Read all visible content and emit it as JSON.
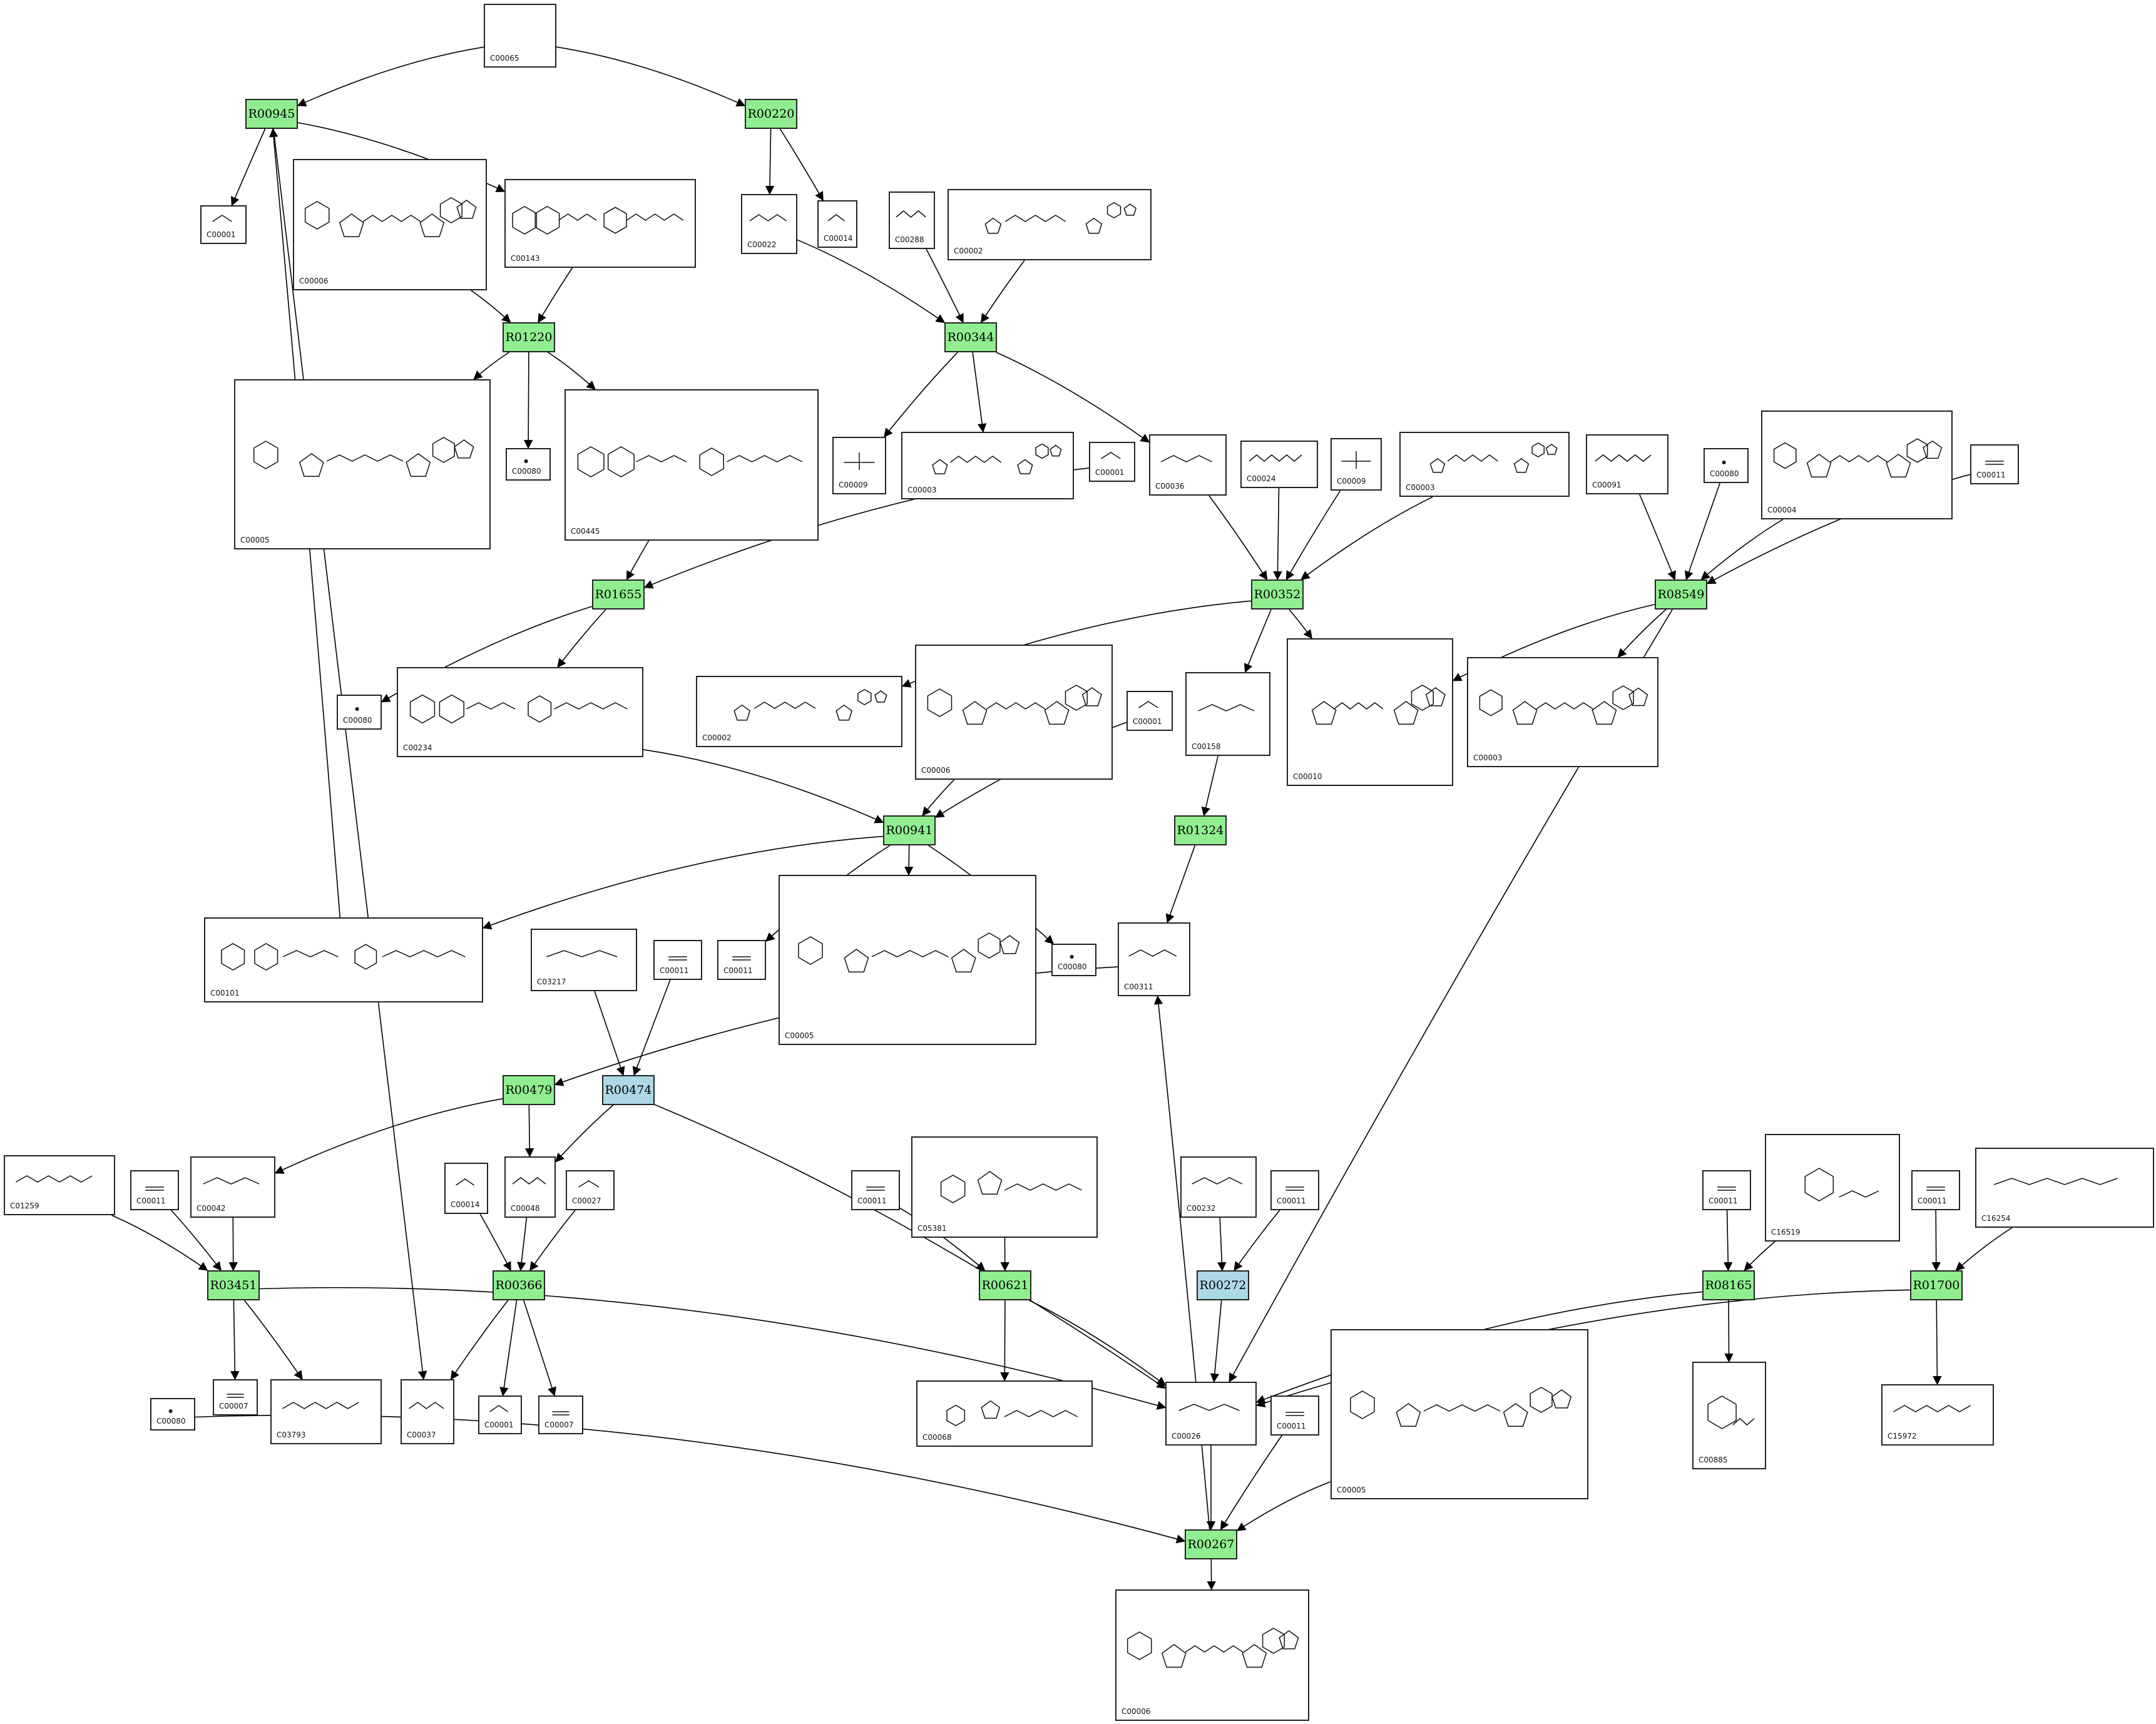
{
  "colors": {
    "reaction_primary": "#90ee90",
    "reaction_secondary": "#add8e6",
    "edge": "#000000"
  },
  "reactions": {
    "R00945": {
      "label": "R00945",
      "kind": "primary"
    },
    "R00220": {
      "label": "R00220",
      "kind": "primary"
    },
    "R01220": {
      "label": "R01220",
      "kind": "primary"
    },
    "R00344": {
      "label": "R00344",
      "kind": "primary"
    },
    "R01655": {
      "label": "R01655",
      "kind": "primary"
    },
    "R00352": {
      "label": "R00352",
      "kind": "primary"
    },
    "R08549": {
      "label": "R08549",
      "kind": "primary"
    },
    "R00941": {
      "label": "R00941",
      "kind": "primary"
    },
    "R01324": {
      "label": "R01324",
      "kind": "primary"
    },
    "R00479": {
      "label": "R00479",
      "kind": "primary"
    },
    "R00474": {
      "label": "R00474",
      "kind": "secondary"
    },
    "R03451": {
      "label": "R03451",
      "kind": "primary"
    },
    "R00366": {
      "label": "R00366",
      "kind": "primary"
    },
    "R00621": {
      "label": "R00621",
      "kind": "primary"
    },
    "R00272": {
      "label": "R00272",
      "kind": "secondary"
    },
    "R08165": {
      "label": "R08165",
      "kind": "primary"
    },
    "R01700": {
      "label": "R01700",
      "kind": "primary"
    },
    "R00267": {
      "label": "R00267",
      "kind": "primary"
    }
  },
  "compounds": {
    "n_c00065": {
      "id": "C00065",
      "struct": "serine"
    },
    "n_c00001a": {
      "id": "C00001",
      "struct": "water"
    },
    "n_c00006a": {
      "id": "C00006",
      "struct": "nadp"
    },
    "n_c00143": {
      "id": "C00143",
      "struct": "folate"
    },
    "n_c00022": {
      "id": "C00022",
      "struct": "small"
    },
    "n_c00014a": {
      "id": "C00014",
      "struct": "ammonia"
    },
    "n_c00288": {
      "id": "C00288",
      "struct": "small"
    },
    "n_c00002a": {
      "id": "C00002",
      "struct": "atp"
    },
    "n_c00005a": {
      "id": "C00005",
      "struct": "nadp"
    },
    "n_c00080a": {
      "id": "C00080",
      "struct": "proton"
    },
    "n_c00445": {
      "id": "C00445",
      "struct": "folate"
    },
    "n_c00009a": {
      "id": "C00009",
      "struct": "phosphate"
    },
    "n_c00003a": {
      "id": "C00003",
      "struct": "atp"
    },
    "n_c00001b": {
      "id": "C00001",
      "struct": "water"
    },
    "n_c00036": {
      "id": "C00036",
      "struct": "small"
    },
    "n_c00024": {
      "id": "C00024",
      "struct": "coa"
    },
    "n_c00009b": {
      "id": "C00009",
      "struct": "phosphate"
    },
    "n_c00003b": {
      "id": "C00003",
      "struct": "atp"
    },
    "n_c00091": {
      "id": "C00091",
      "struct": "coa"
    },
    "n_c00080b": {
      "id": "C00080",
      "struct": "proton"
    },
    "n_c00004": {
      "id": "C00004",
      "struct": "nadp"
    },
    "n_c00011a": {
      "id": "C00011",
      "struct": "co2"
    },
    "n_c00080c": {
      "id": "C00080",
      "struct": "proton"
    },
    "n_c00234": {
      "id": "C00234",
      "struct": "folate"
    },
    "n_c00002b": {
      "id": "C00002",
      "struct": "atp"
    },
    "n_c00006b": {
      "id": "C00006",
      "struct": "nadp"
    },
    "n_c00001c": {
      "id": "C00001",
      "struct": "water"
    },
    "n_c00158": {
      "id": "C00158",
      "struct": "small"
    },
    "n_c00010": {
      "id": "C00010",
      "struct": "atp"
    },
    "n_c00003c": {
      "id": "C00003",
      "struct": "nadp"
    },
    "n_c00101": {
      "id": "C00101",
      "struct": "folate"
    },
    "n_c03217": {
      "id": "C03217",
      "struct": "small"
    },
    "n_c00011b": {
      "id": "C00011",
      "struct": "co2"
    },
    "n_c00011c": {
      "id": "C00011",
      "struct": "co2"
    },
    "n_c00005b": {
      "id": "C00005",
      "struct": "nadp"
    },
    "n_c00080d": {
      "id": "C00080",
      "struct": "proton"
    },
    "n_c00311": {
      "id": "C00311",
      "struct": "small"
    },
    "n_c01259": {
      "id": "C01259",
      "struct": "chain"
    },
    "n_c00011d": {
      "id": "C00011",
      "struct": "co2"
    },
    "n_c00042": {
      "id": "C00042",
      "struct": "small"
    },
    "n_c00014b": {
      "id": "C00014",
      "struct": "ammonia"
    },
    "n_c00048": {
      "id": "C00048",
      "struct": "small"
    },
    "n_c00027": {
      "id": "C00027",
      "struct": "peroxide"
    },
    "n_c00011e": {
      "id": "C00011",
      "struct": "co2"
    },
    "n_c05381": {
      "id": "C05381",
      "struct": "thiamine"
    },
    "n_c00232": {
      "id": "C00232",
      "struct": "small"
    },
    "n_c00011f": {
      "id": "C00011",
      "struct": "co2"
    },
    "n_c16519": {
      "id": "C16519",
      "struct": "ring"
    },
    "n_c00011g": {
      "id": "C00011",
      "struct": "co2"
    },
    "n_c00011h": {
      "id": "C00011",
      "struct": "co2"
    },
    "n_c16254": {
      "id": "C16254",
      "struct": "chain"
    },
    "n_c00007a": {
      "id": "C00007",
      "struct": "o2"
    },
    "n_c03793": {
      "id": "C03793",
      "struct": "chain"
    },
    "n_c00037": {
      "id": "C00037",
      "struct": "small"
    },
    "n_c00001d": {
      "id": "C00001",
      "struct": "water"
    },
    "n_c00007b": {
      "id": "C00007",
      "struct": "o2"
    },
    "n_c00080e": {
      "id": "C00080",
      "struct": "proton"
    },
    "n_c00068": {
      "id": "C00068",
      "struct": "thiamine"
    },
    "n_c00026": {
      "id": "C00026",
      "struct": "small"
    },
    "n_c00011i": {
      "id": "C00011",
      "struct": "co2"
    },
    "n_c00005c": {
      "id": "C00005",
      "struct": "nadp"
    },
    "n_c00885": {
      "id": "C00885",
      "struct": "ring"
    },
    "n_c15972": {
      "id": "C15972",
      "struct": "chain"
    },
    "n_c00006c": {
      "id": "C00006",
      "struct": "nadp"
    }
  },
  "edges": [
    [
      "n_c00065",
      "R00945"
    ],
    [
      "n_c00065",
      "R00220"
    ],
    [
      "R00945",
      "n_c00001a"
    ],
    [
      "R00945",
      "n_c00143"
    ],
    [
      "R00945",
      "n_c00037"
    ],
    [
      "R00220",
      "n_c00022"
    ],
    [
      "R00220",
      "n_c00014a"
    ],
    [
      "n_c00006a",
      "R01220"
    ],
    [
      "n_c00143",
      "R01220"
    ],
    [
      "R01220",
      "n_c00005a"
    ],
    [
      "R01220",
      "n_c00080a"
    ],
    [
      "R01220",
      "n_c00445"
    ],
    [
      "n_c00022",
      "R00344"
    ],
    [
      "n_c00288",
      "R00344"
    ],
    [
      "n_c00002a",
      "R00344"
    ],
    [
      "R00344",
      "n_c00009a"
    ],
    [
      "R00344",
      "n_c00003a"
    ],
    [
      "R00344",
      "n_c00036"
    ],
    [
      "n_c00445",
      "R01655"
    ],
    [
      "n_c00001b",
      "R01655"
    ],
    [
      "R01655",
      "n_c00080c"
    ],
    [
      "R01655",
      "n_c00234"
    ],
    [
      "n_c00036",
      "R00352"
    ],
    [
      "n_c00024",
      "R00352"
    ],
    [
      "n_c00009b",
      "R00352"
    ],
    [
      "n_c00003b",
      "R00352"
    ],
    [
      "R00352",
      "n_c00002b"
    ],
    [
      "R00352",
      "n_c00158"
    ],
    [
      "R00352",
      "n_c00010"
    ],
    [
      "n_c00091",
      "R08549"
    ],
    [
      "n_c00080b",
      "R08549"
    ],
    [
      "n_c00004",
      "R08549"
    ],
    [
      "n_c00011a",
      "R08549"
    ],
    [
      "R08549",
      "n_c00010"
    ],
    [
      "R08549",
      "n_c00003c"
    ],
    [
      "R08549",
      "n_c00026"
    ],
    [
      "n_c00234",
      "R00941"
    ],
    [
      "n_c00006b",
      "R00941"
    ],
    [
      "n_c00001c",
      "R00941"
    ],
    [
      "R00941",
      "n_c00101"
    ],
    [
      "R00941",
      "n_c00011c"
    ],
    [
      "R00941",
      "n_c00005b"
    ],
    [
      "R00941",
      "n_c00080d"
    ],
    [
      "n_c00101",
      "R00945"
    ],
    [
      "n_c00158",
      "R01324"
    ],
    [
      "R01324",
      "n_c00311"
    ],
    [
      "n_c00311",
      "R00479"
    ],
    [
      "R00479",
      "n_c00042"
    ],
    [
      "R00479",
      "n_c00048"
    ],
    [
      "n_c03217",
      "R00474"
    ],
    [
      "n_c00011b",
      "R00474"
    ],
    [
      "R00474",
      "n_c00048"
    ],
    [
      "R00474",
      "n_c00026"
    ],
    [
      "n_c01259",
      "R03451"
    ],
    [
      "n_c00011d",
      "R03451"
    ],
    [
      "n_c00042",
      "R03451"
    ],
    [
      "R03451",
      "n_c00007a"
    ],
    [
      "R03451",
      "n_c03793"
    ],
    [
      "R03451",
      "n_c00026"
    ],
    [
      "n_c00014b",
      "R00366"
    ],
    [
      "n_c00048",
      "R00366"
    ],
    [
      "n_c00027",
      "R00366"
    ],
    [
      "R00366",
      "n_c00037"
    ],
    [
      "R00366",
      "n_c00001d"
    ],
    [
      "R00366",
      "n_c00007b"
    ],
    [
      "n_c00011e",
      "R00621"
    ],
    [
      "n_c05381",
      "R00621"
    ],
    [
      "R00621",
      "n_c00068"
    ],
    [
      "R00621",
      "n_c00026"
    ],
    [
      "n_c00232",
      "R00272"
    ],
    [
      "n_c00011f",
      "R00272"
    ],
    [
      "R00272",
      "n_c00026"
    ],
    [
      "n_c00011g",
      "R08165"
    ],
    [
      "n_c16519",
      "R08165"
    ],
    [
      "R08165",
      "n_c00885"
    ],
    [
      "R08165",
      "n_c00026"
    ],
    [
      "n_c00011h",
      "R01700"
    ],
    [
      "n_c16254",
      "R01700"
    ],
    [
      "R01700",
      "n_c15972"
    ],
    [
      "R01700",
      "n_c00026"
    ],
    [
      "n_c00026",
      "R00267"
    ],
    [
      "n_c00011i",
      "R00267"
    ],
    [
      "n_c00080e",
      "R00267"
    ],
    [
      "n_c00005c",
      "R00267"
    ],
    [
      "R00267",
      "n_c00006c"
    ],
    [
      "R00267",
      "n_c00311"
    ]
  ]
}
